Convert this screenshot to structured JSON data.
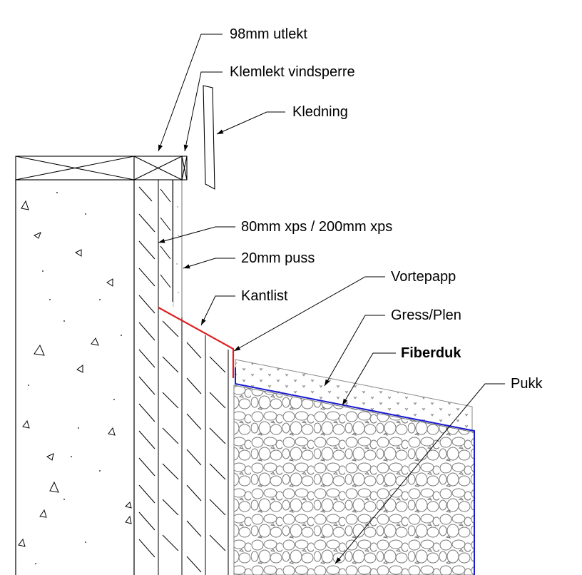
{
  "labels": {
    "utlekt": "98mm utlekt",
    "klemlekt": "Klemlekt vindsperre",
    "kledning": "Kledning",
    "xps": "80mm xps / 200mm xps",
    "puss": "20mm puss",
    "kantlist": "Kantlist",
    "vortepapp": "Vortepapp",
    "gress": "Gress/Plen",
    "fiberduk": "Fiberduk",
    "pukk": "Pukk"
  },
  "colors": {
    "line": "#000000",
    "vortepapp": "#e02020",
    "fiberduk": "#1a1ad0",
    "gray": "#808080"
  }
}
